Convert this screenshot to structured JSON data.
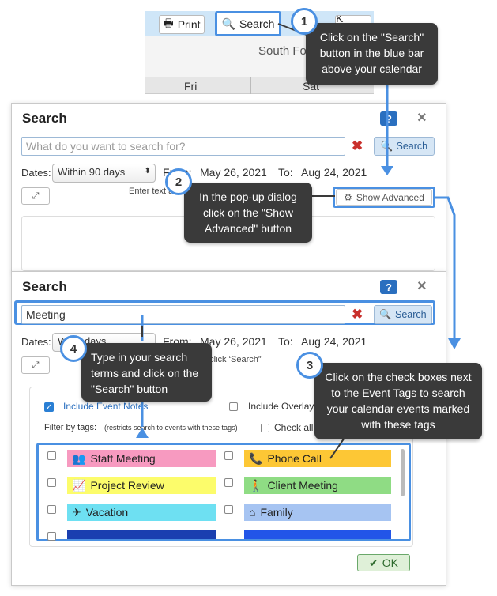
{
  "top": {
    "print_label": "Print",
    "search_label": "Search",
    "partial_button": "K Back",
    "calendar_title_partial": "South Fo",
    "days": [
      "Fri",
      "Sat"
    ]
  },
  "dialog1": {
    "title": "Search",
    "placeholder": "What do you want to search for?",
    "search_button": "Search",
    "dates_label": "Dates:",
    "range_option": "Within 90 days",
    "from_label": "From:",
    "from_date": "May 26, 2021",
    "to_label": "To:",
    "to_date": "Aug 24, 2021",
    "hint_partial": "Enter text a",
    "show_advanced": "Show Advanced"
  },
  "dialog2": {
    "title": "Search",
    "query": "Meeting",
    "search_button": "Search",
    "dates_label": "Dates:",
    "range_option_partial": "W   90 days",
    "from_label": "From:",
    "from_date": "May 26, 2021",
    "to_label": "To:",
    "to_date": "Aug 24, 2021",
    "hint_partial": "d click ‘Search”",
    "include_notes": "Include Event Notes",
    "include_overlay": "Include Overlay",
    "filter_label": "Filter by tags:",
    "filter_hint": "(restricts search to events with these tags)",
    "check_all": "Check all",
    "ok_label": "OK",
    "tags": [
      {
        "label": "Staff Meeting",
        "icon": "users-icon",
        "color": "#f79ac0"
      },
      {
        "label": "Phone Call",
        "icon": "phone-icon",
        "color": "#fdc735"
      },
      {
        "label": "Project Review",
        "icon": "chart-line-icon",
        "color": "#fcfc6b"
      },
      {
        "label": "Client Meeting",
        "icon": "walking-person-icon",
        "color": "#8fdc84"
      },
      {
        "label": "Vacation",
        "icon": "plane-icon",
        "color": "#6ee0f2"
      },
      {
        "label": "Family",
        "icon": "home-icon",
        "color": "#a6c4f2"
      }
    ]
  },
  "callouts": {
    "c1": {
      "number": "1",
      "text": "Click on the \"Search\" button in the blue bar above your calendar"
    },
    "c2": {
      "number": "2",
      "text": "In the pop-up dialog click on the \"Show Advanced\" button"
    },
    "c3": {
      "number": "3",
      "text": "Click on the check boxes next to the Event Tags to search your calendar events marked with these tags"
    },
    "c4": {
      "number": "4",
      "text": "Type in your search terms and click on the \"Search\" button"
    }
  },
  "colors": {
    "highlight": "#4a90e2",
    "callout_bg": "#3a3a3a",
    "accent": "#2a6fbf"
  }
}
